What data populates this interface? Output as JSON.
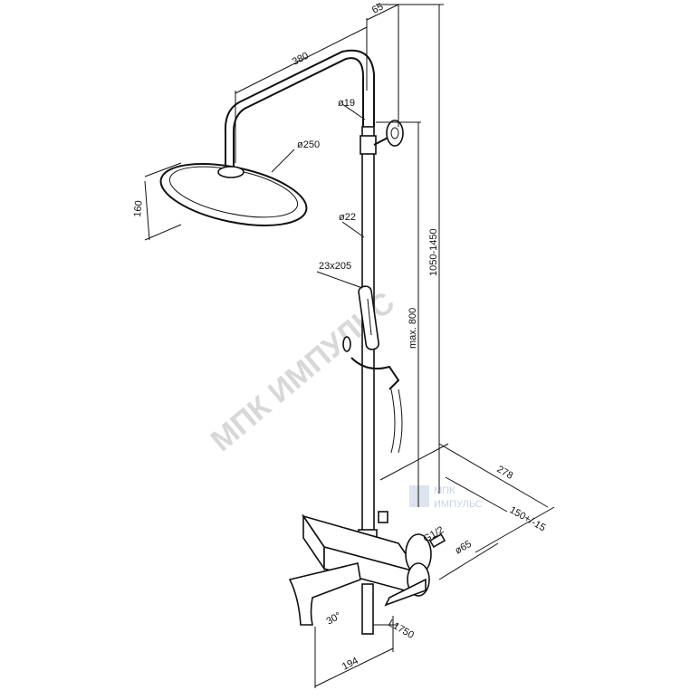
{
  "watermark": "МПК ИМПУЛЬС",
  "logo": {
    "line1": "МПК",
    "line2": "ИМПУЛЬС"
  },
  "dimensions": {
    "arm_length": "380",
    "wall_offset": "65",
    "rail_diameter_top": "ø19",
    "head_diameter": "ø250",
    "head_height": "160",
    "rail_diameter": "ø22",
    "height_range": "1050-1450",
    "hand_shower": "23x205",
    "max_hand": "max. 800",
    "depth": "278",
    "connection_spacing": "150+/-15",
    "thread": "G1/2",
    "escutcheon": "ø65",
    "spout_angle": "30°",
    "hose": "L1750",
    "spout_length": "194"
  }
}
